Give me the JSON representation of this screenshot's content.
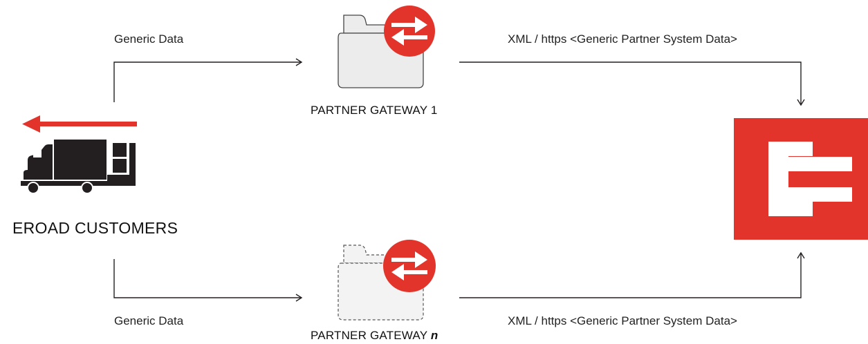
{
  "customers": {
    "label": "EROAD CUSTOMERS"
  },
  "gateways": [
    {
      "title": "PARTNER GATEWAY 1",
      "title_suffix": "",
      "style": "solid"
    },
    {
      "title": "PARTNER GATEWAY ",
      "title_suffix": "n",
      "style": "dashed"
    }
  ],
  "flows": {
    "top_left": "Generic Data",
    "top_right": "XML / https <Generic Partner System Data>",
    "bottom_left": "Generic Data",
    "bottom_right": "XML / https <Generic Partner System Data>"
  },
  "colors": {
    "accent": "#e3342b",
    "ink": "#231f20",
    "folder_fill": "#ececec",
    "folder_stroke": "#444444"
  },
  "icons": {
    "truck": "truck-icon",
    "arrow": "left-arrow-icon",
    "gateway_badge": "swap-arrows-icon",
    "logo": "eroad-logo"
  }
}
